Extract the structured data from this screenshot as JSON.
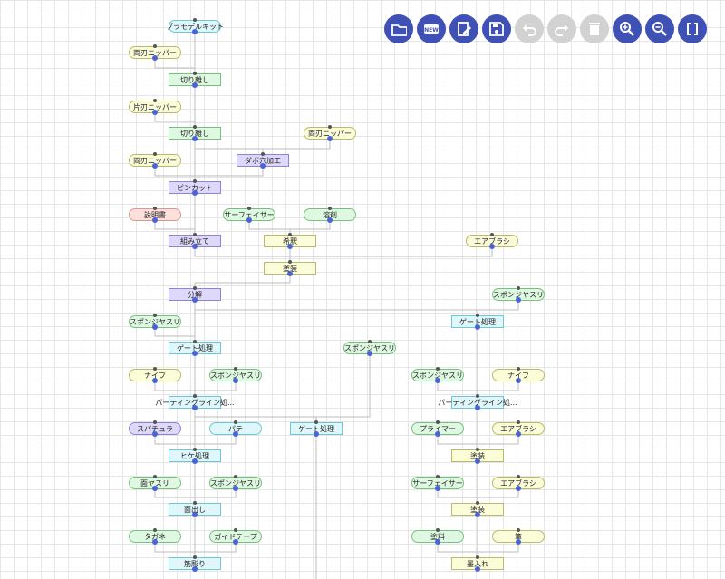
{
  "toolbar": {
    "buttons": [
      {
        "name": "open-folder-button",
        "icon": "folder-icon",
        "enabled": true
      },
      {
        "name": "new-button",
        "icon": "new-icon",
        "enabled": true,
        "text": "NEW"
      },
      {
        "name": "edit-button",
        "icon": "edit-icon",
        "enabled": true
      },
      {
        "name": "save-button",
        "icon": "save-icon",
        "enabled": true
      },
      {
        "name": "undo-button",
        "icon": "undo-icon",
        "enabled": false
      },
      {
        "name": "redo-button",
        "icon": "redo-icon",
        "enabled": false
      },
      {
        "name": "delete-button",
        "icon": "trash-icon",
        "enabled": false
      },
      {
        "name": "zoom-in-button",
        "icon": "zoom-in-icon",
        "enabled": true
      },
      {
        "name": "zoom-out-button",
        "icon": "zoom-out-icon",
        "enabled": true
      },
      {
        "name": "fit-view-button",
        "icon": "brackets-icon",
        "enabled": true
      }
    ]
  },
  "colors": {
    "accent": "#3f51b5",
    "port": "#4a64d8",
    "edge": "#bdbdbd",
    "cyan": {
      "fill": "#dff7fb",
      "stroke": "#6fc6d4"
    },
    "yellow": {
      "fill": "#fbfcd8",
      "stroke": "#b7bb6a"
    },
    "green": {
      "fill": "#dff8e1",
      "stroke": "#78c07f"
    },
    "purple": {
      "fill": "#ded9fb",
      "stroke": "#8f84d6"
    },
    "red": {
      "fill": "#fde0dc",
      "stroke": "#d89a90"
    }
  },
  "nodes": [
    {
      "id": "n1",
      "label": "プラモデルキット",
      "color": "cyan",
      "shape": "pill"
    },
    {
      "id": "n2",
      "label": "両刃ニッパー",
      "color": "yellow",
      "shape": "pill"
    },
    {
      "id": "n3",
      "label": "切り離し",
      "color": "green",
      "shape": "rect"
    },
    {
      "id": "n4",
      "label": "片刃ニッパー",
      "color": "yellow",
      "shape": "pill"
    },
    {
      "id": "n5",
      "label": "切り離し",
      "color": "green",
      "shape": "rect"
    },
    {
      "id": "n6",
      "label": "両刃ニッパー",
      "color": "yellow",
      "shape": "pill"
    },
    {
      "id": "n7",
      "label": "両刃ニッパー",
      "color": "yellow",
      "shape": "pill"
    },
    {
      "id": "n8",
      "label": "ダボ穴加工",
      "color": "purple",
      "shape": "rect"
    },
    {
      "id": "n9",
      "label": "ピンカット",
      "color": "purple",
      "shape": "rect"
    },
    {
      "id": "n10",
      "label": "説明書",
      "color": "red",
      "shape": "pill"
    },
    {
      "id": "n11",
      "label": "サーフェイサー",
      "color": "green",
      "shape": "pill"
    },
    {
      "id": "n12",
      "label": "溶剤",
      "color": "green",
      "shape": "pill"
    },
    {
      "id": "n13",
      "label": "組み立て",
      "color": "purple",
      "shape": "rect"
    },
    {
      "id": "n14",
      "label": "希釈",
      "color": "yellow",
      "shape": "rect"
    },
    {
      "id": "n15",
      "label": "エアブラシ",
      "color": "yellow",
      "shape": "pill"
    },
    {
      "id": "n16",
      "label": "塗装",
      "color": "yellow",
      "shape": "rect"
    },
    {
      "id": "n17",
      "label": "分解",
      "color": "purple",
      "shape": "rect"
    },
    {
      "id": "n18",
      "label": "スポンジヤスリ",
      "color": "green",
      "shape": "pill"
    },
    {
      "id": "n19",
      "label": "スポンジヤスリ",
      "color": "green",
      "shape": "pill"
    },
    {
      "id": "n20",
      "label": "ゲート処理",
      "color": "cyan",
      "shape": "rect"
    },
    {
      "id": "n21",
      "label": "ゲート処理",
      "color": "cyan",
      "shape": "rect"
    },
    {
      "id": "n22",
      "label": "スポンジヤスリ",
      "color": "green",
      "shape": "pill"
    },
    {
      "id": "n23",
      "label": "ナイフ",
      "color": "yellow",
      "shape": "pill"
    },
    {
      "id": "n24",
      "label": "スポンジヤスリ",
      "color": "green",
      "shape": "pill"
    },
    {
      "id": "n25",
      "label": "スポンジヤスリ",
      "color": "green",
      "shape": "pill"
    },
    {
      "id": "n26",
      "label": "ナイフ",
      "color": "yellow",
      "shape": "pill"
    },
    {
      "id": "n27",
      "label": "パーティングライン処...",
      "color": "cyan",
      "shape": "rect"
    },
    {
      "id": "n28",
      "label": "パーティングライン処...",
      "color": "cyan",
      "shape": "rect"
    },
    {
      "id": "n29",
      "label": "スパチュラ",
      "color": "purple",
      "shape": "pill"
    },
    {
      "id": "n30",
      "label": "パテ",
      "color": "cyan",
      "shape": "pill"
    },
    {
      "id": "n31",
      "label": "ゲート処理",
      "color": "cyan",
      "shape": "rect"
    },
    {
      "id": "n32",
      "label": "プライマー",
      "color": "green",
      "shape": "pill"
    },
    {
      "id": "n33",
      "label": "エアブラシ",
      "color": "yellow",
      "shape": "pill"
    },
    {
      "id": "n34",
      "label": "ヒケ処理",
      "color": "cyan",
      "shape": "rect"
    },
    {
      "id": "n35",
      "label": "塗装",
      "color": "yellow",
      "shape": "rect"
    },
    {
      "id": "n36",
      "label": "面ヤスリ",
      "color": "green",
      "shape": "pill"
    },
    {
      "id": "n37",
      "label": "スポンジヤスリ",
      "color": "green",
      "shape": "pill"
    },
    {
      "id": "n38",
      "label": "サーフェイサー",
      "color": "green",
      "shape": "pill"
    },
    {
      "id": "n39",
      "label": "エアブラシ",
      "color": "yellow",
      "shape": "pill"
    },
    {
      "id": "n40",
      "label": "面出し",
      "color": "cyan",
      "shape": "rect"
    },
    {
      "id": "n41",
      "label": "塗装",
      "color": "yellow",
      "shape": "rect"
    },
    {
      "id": "n42",
      "label": "タガネ",
      "color": "green",
      "shape": "pill"
    },
    {
      "id": "n43",
      "label": "ガイドテープ",
      "color": "green",
      "shape": "pill"
    },
    {
      "id": "n44",
      "label": "塗料",
      "color": "green",
      "shape": "pill"
    },
    {
      "id": "n45",
      "label": "筆",
      "color": "yellow",
      "shape": "pill"
    },
    {
      "id": "n46",
      "label": "筋彫り",
      "color": "cyan",
      "shape": "rect"
    },
    {
      "id": "n47",
      "label": "墨入れ",
      "color": "yellow",
      "shape": "rect"
    }
  ],
  "edges": [
    [
      "n1",
      "n3"
    ],
    [
      "n2",
      "n3"
    ],
    [
      "n3",
      "n5"
    ],
    [
      "n4",
      "n5"
    ],
    [
      "n5",
      "n8"
    ],
    [
      "n6",
      "n8"
    ],
    [
      "n5",
      "n9"
    ],
    [
      "n7",
      "n9"
    ],
    [
      "n8",
      "n9"
    ],
    [
      "n9",
      "n13"
    ],
    [
      "n10",
      "n13"
    ],
    [
      "n11",
      "n14"
    ],
    [
      "n12",
      "n14"
    ],
    [
      "n13",
      "n16"
    ],
    [
      "n14",
      "n16"
    ],
    [
      "n15",
      "n16"
    ],
    [
      "n16",
      "n17"
    ],
    [
      "n17",
      "n20"
    ],
    [
      "n18",
      "n20"
    ],
    [
      "n17",
      "n21"
    ],
    [
      "n19",
      "n21"
    ],
    [
      "n20",
      "n27"
    ],
    [
      "n23",
      "n27"
    ],
    [
      "n24",
      "n27"
    ],
    [
      "n20",
      "n31"
    ],
    [
      "n22",
      "n31"
    ],
    [
      "n21",
      "n28"
    ],
    [
      "n25",
      "n28"
    ],
    [
      "n26",
      "n28"
    ],
    [
      "n27",
      "n34"
    ],
    [
      "n29",
      "n34"
    ],
    [
      "n30",
      "n34"
    ],
    [
      "n28",
      "n35"
    ],
    [
      "n32",
      "n35"
    ],
    [
      "n33",
      "n35"
    ],
    [
      "n34",
      "n40"
    ],
    [
      "n36",
      "n40"
    ],
    [
      "n37",
      "n40"
    ],
    [
      "n35",
      "n41"
    ],
    [
      "n38",
      "n41"
    ],
    [
      "n39",
      "n41"
    ],
    [
      "n40",
      "n46"
    ],
    [
      "n42",
      "n46"
    ],
    [
      "n43",
      "n46"
    ],
    [
      "n41",
      "n47"
    ],
    [
      "n44",
      "n47"
    ],
    [
      "n45",
      "n47"
    ],
    [
      "n31",
      "off"
    ]
  ]
}
